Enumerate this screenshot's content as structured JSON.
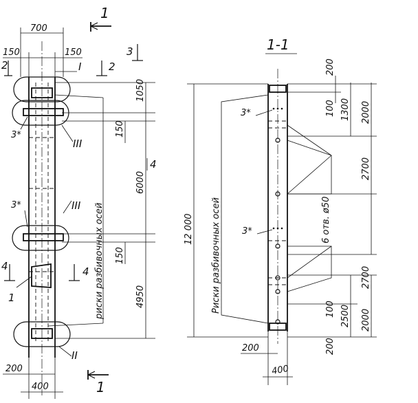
{
  "elevation": {
    "section_mark_top": "1",
    "section_mark_bottom": "1",
    "dim_total_width": "700",
    "dim_left_offset": "150",
    "dim_right_offset": "150",
    "view_mark_2": "2",
    "view_mark_3": "3",
    "view_mark_4": "4",
    "node_I": "I",
    "node_II": "II",
    "node_III_upper": "III",
    "node_III_lower": "III",
    "mark_3_upper": "3*",
    "mark_3_lower": "3*",
    "part_1": "1",
    "dim_1050": "1050",
    "dim_150_upper": "150",
    "dim_6000": "6000",
    "dim_150_lower": "150",
    "dim_4950": "4950",
    "dim_200": "200",
    "dim_400": "400",
    "note_axes": "риски разбивочных осей"
  },
  "section": {
    "title": "1-1",
    "dim_12000": "12 000",
    "dim_200_top": "200",
    "dim_100_top": "100",
    "dim_1300": "1300",
    "dim_2000_top": "2000",
    "dim_2700_upper": "2700",
    "hole_label": "6 отв. ø50",
    "dim_2700_lower": "2700",
    "dim_100_bottom": "100",
    "dim_2500": "2500",
    "dim_2000_bottom": "2000",
    "dim_200_bottom": "200",
    "dim_200_left": "200",
    "dim_400_bottom": "400",
    "mark_3_upper": "3*",
    "mark_3_lower": "3*",
    "note_axes": "Риски разбивочных осей"
  }
}
